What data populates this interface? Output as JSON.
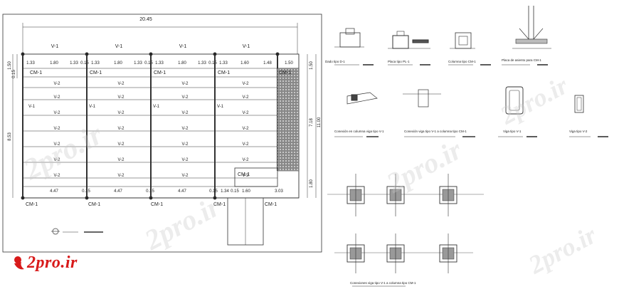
{
  "plan": {
    "overall_dim": "20.45",
    "beams_top": [
      "V-1",
      "V-1",
      "V-1",
      "V-1"
    ],
    "dims_top": [
      "1.33",
      "1.80",
      "1.33",
      "0.15",
      "1.33",
      "1.80",
      "1.33",
      "0.15",
      "1.33",
      "1.80",
      "1.33",
      "0.15",
      "1.33",
      "1.60",
      "1.48",
      "1.50"
    ],
    "left_dims": [
      "1.50",
      "0.15",
      "8.53"
    ],
    "right_dims": [
      "1.50",
      "7.18",
      "11.00",
      "1.80"
    ],
    "cm_row_top": [
      "CM-1",
      "CM-1",
      "CM-1",
      "CM-1",
      "CM-1"
    ],
    "joists": [
      "V-2",
      "V-2",
      "V-2",
      "V-2",
      "V-2",
      "V-2"
    ],
    "side_beams": [
      "V-1",
      "V-1",
      "V-1",
      "V-1"
    ],
    "bottom_dims": [
      "4.47",
      "0.15",
      "4.47",
      "0.15",
      "4.47",
      "0.15",
      "1.34",
      "0.15",
      "1.60",
      "3.03"
    ],
    "cm_row_bottom": [
      "CM-1",
      "CM-1",
      "CM-1",
      "CM-1",
      "CM-1"
    ],
    "stair_label": "CM-1"
  },
  "details": {
    "d1": "Dado tipo D-1",
    "d2": "Placa tipo PL-1",
    "d3": "Columna tipo CM-1",
    "d4": "Placa de asiento para CM-1",
    "d5": "Conexión en columna viga tipo V-1",
    "d6": "Conexión viga tipo V-1 a columna tipo CM-1",
    "d7": "Viga tipo V-1",
    "d8": "Viga tipo V-2",
    "d9": "Conexiones viga tipo V-1 a columna tipo CM-1"
  },
  "brand": {
    "text": "2pro.ir",
    "watermark": "2pro.ir"
  }
}
